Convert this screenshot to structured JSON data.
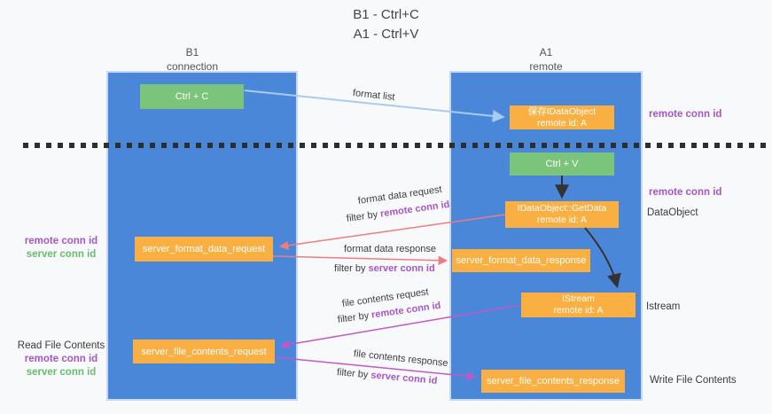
{
  "title": {
    "line1": "B1 - Ctrl+C",
    "line2": "A1 - Ctrl+V"
  },
  "lanes": {
    "left": {
      "name": "B1",
      "role": "connection"
    },
    "right": {
      "name": "A1",
      "role": "remote"
    }
  },
  "boxes": {
    "ctrl_c": {
      "label": "Ctrl + C"
    },
    "ctrl_v": {
      "label": "Ctrl + V"
    },
    "save_dataobject": {
      "line1": "保存IDataObject",
      "line2": "remote id: A"
    },
    "getdata": {
      "line1": "IDataObject::GetData",
      "line2": "remote id: A"
    },
    "istream": {
      "line1": "IStream",
      "line2": "remote id: A"
    },
    "format_request": {
      "label": "server_format_data_request"
    },
    "format_response": {
      "label": "server_format_data_response"
    },
    "file_request": {
      "label": "server_file_contents_request"
    },
    "file_response": {
      "label": "server_file_contents_response"
    }
  },
  "arrow_labels": {
    "format_list": "format list",
    "format_data_request": "format data request",
    "format_data_response": "format data response",
    "file_contents_request": "file contents request",
    "file_contents_response": "file contents response",
    "filter_by": "filter by ",
    "remote_conn_id": "remote conn id",
    "server_conn_id": "server conn id"
  },
  "side_labels": {
    "remote_conn_id": "remote conn id",
    "server_conn_id": "server conn id",
    "dataobject": "DataObject",
    "istream": "Istream",
    "read_file_contents": "Read File Contents",
    "write_file_contents": "Write File Contents"
  },
  "colors": {
    "lane_blue": "#4b87d9",
    "box_orange": "#f9af42",
    "box_green": "#7ac47c",
    "arrow_red": "#ed7d7f",
    "arrow_magenta": "#c158c8",
    "arrow_lightblue": "#a6cdf0",
    "arrow_black": "#333333",
    "text_purple": "#a556c6",
    "text_green": "#67bd6b"
  }
}
